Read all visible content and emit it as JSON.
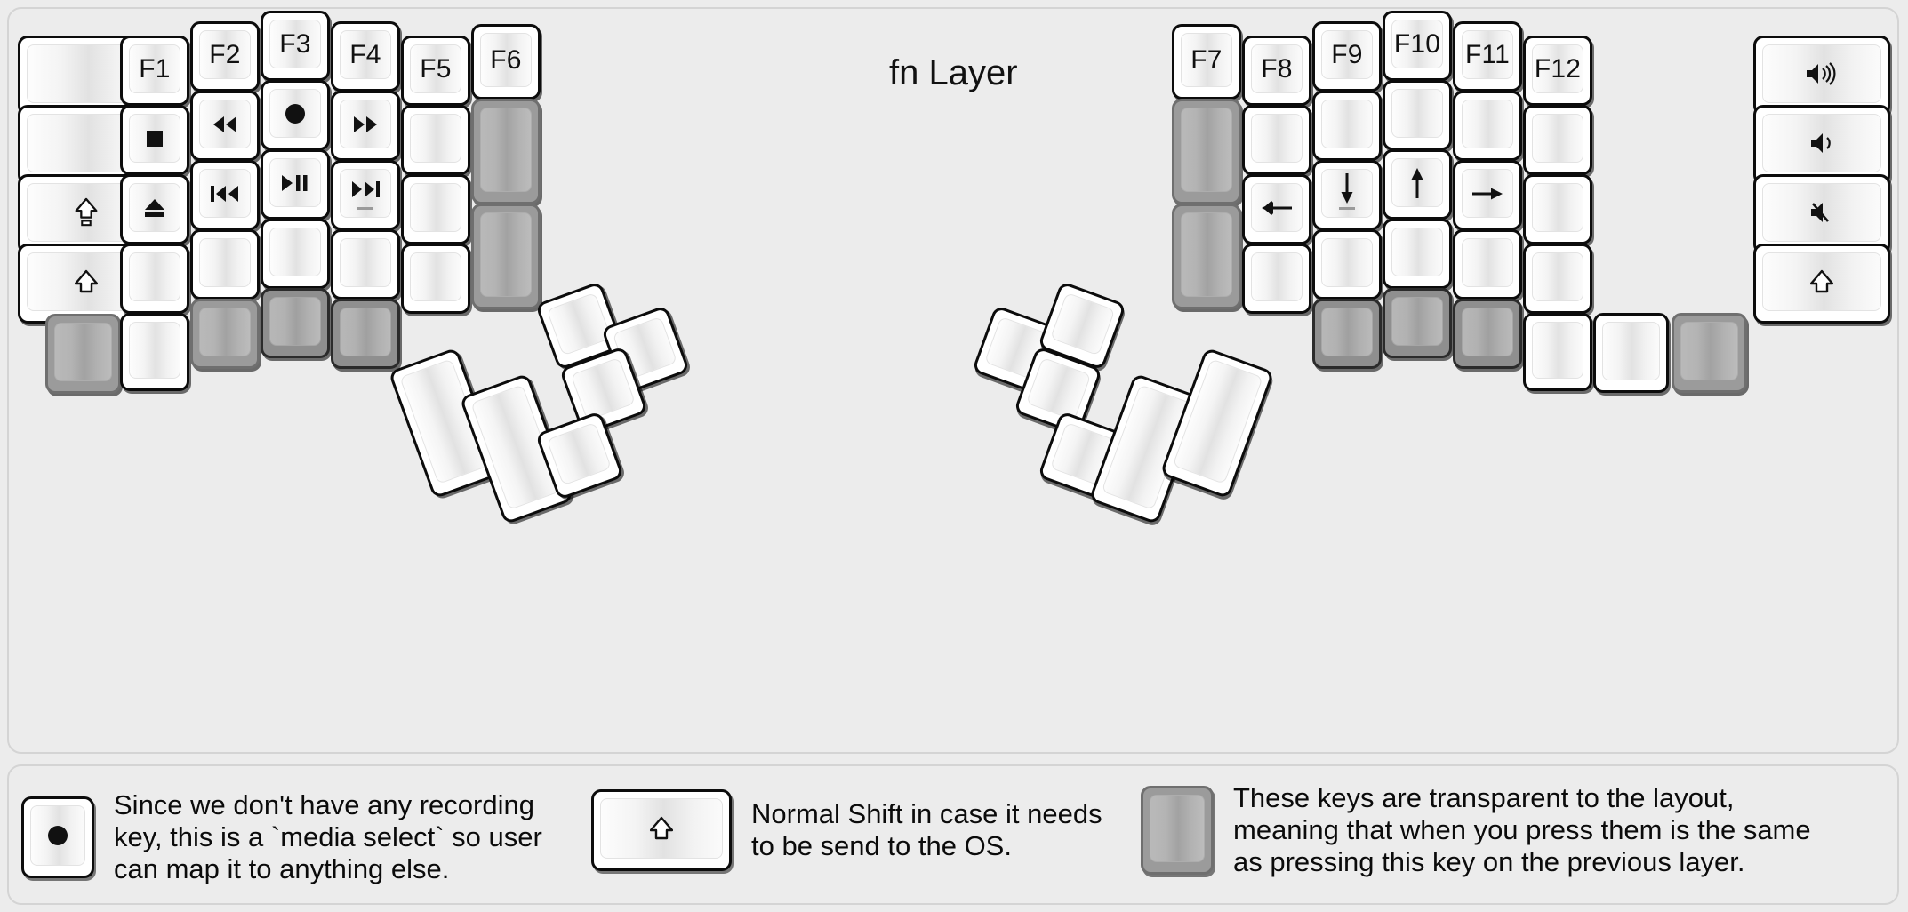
{
  "title": "fn Layer",
  "colors": {
    "background": "#ececec",
    "key_fill": "#ffffff",
    "key_border": "#0c0c0c",
    "transparent_key_fill": "#9b9b9b",
    "text": "#111111"
  },
  "keyboard": {
    "left_half": {
      "columns": [
        {
          "name": "pinky-outer",
          "keys": [
            {
              "label": "",
              "icon": "blank",
              "type": "normal"
            },
            {
              "label": "",
              "icon": "blank",
              "type": "normal"
            },
            {
              "label": "",
              "icon": "caps-shift-icon",
              "type": "normal"
            },
            {
              "label": "",
              "icon": "shift-icon",
              "type": "normal"
            },
            {
              "label": "",
              "icon": "blank",
              "type": "transparent"
            }
          ]
        },
        {
          "name": "pinky",
          "keys": [
            {
              "label": "F1",
              "icon": "",
              "type": "normal"
            },
            {
              "label": "",
              "icon": "media-stop-icon",
              "type": "normal"
            },
            {
              "label": "",
              "icon": "media-eject-icon",
              "type": "normal"
            },
            {
              "label": "",
              "icon": "blank",
              "type": "normal"
            },
            {
              "label": "",
              "icon": "blank",
              "type": "normal"
            }
          ]
        },
        {
          "name": "ring",
          "keys": [
            {
              "label": "F2",
              "icon": "",
              "type": "normal"
            },
            {
              "label": "",
              "icon": "media-rewind-icon",
              "type": "normal"
            },
            {
              "label": "",
              "icon": "media-previous-icon",
              "type": "normal"
            },
            {
              "label": "",
              "icon": "blank",
              "type": "normal"
            },
            {
              "label": "",
              "icon": "blank",
              "type": "transparent"
            }
          ]
        },
        {
          "name": "middle",
          "keys": [
            {
              "label": "F3",
              "icon": "",
              "type": "normal"
            },
            {
              "label": "",
              "icon": "media-record-icon",
              "type": "normal"
            },
            {
              "label": "",
              "icon": "media-play-pause-icon",
              "type": "normal"
            },
            {
              "label": "",
              "icon": "blank",
              "type": "normal"
            },
            {
              "label": "",
              "icon": "blank",
              "type": "transparent"
            }
          ]
        },
        {
          "name": "index",
          "keys": [
            {
              "label": "F4",
              "icon": "",
              "type": "normal"
            },
            {
              "label": "",
              "icon": "media-fast-forward-icon",
              "type": "normal"
            },
            {
              "label": "",
              "icon": "media-next-icon",
              "type": "normal",
              "homing_bar": true
            },
            {
              "label": "",
              "icon": "blank",
              "type": "normal"
            },
            {
              "label": "",
              "icon": "blank",
              "type": "transparent"
            }
          ]
        },
        {
          "name": "index-inner",
          "keys": [
            {
              "label": "F5",
              "icon": "",
              "type": "normal"
            },
            {
              "label": "",
              "icon": "blank",
              "type": "normal"
            },
            {
              "label": "",
              "icon": "blank",
              "type": "normal"
            },
            {
              "label": "",
              "icon": "blank",
              "type": "normal"
            }
          ]
        },
        {
          "name": "inner",
          "keys": [
            {
              "label": "F6",
              "icon": "",
              "type": "normal"
            },
            {
              "label": "",
              "icon": "blank",
              "type": "transparent"
            },
            {
              "label": "",
              "icon": "blank",
              "type": "transparent"
            }
          ]
        }
      ],
      "thumb_cluster": {
        "rotation_deg": -20,
        "keys": [
          {
            "label": "",
            "icon": "blank",
            "type": "normal",
            "size": "2u-vertical"
          },
          {
            "label": "",
            "icon": "blank",
            "type": "normal",
            "size": "2u-vertical"
          },
          {
            "label": "",
            "icon": "blank",
            "type": "normal",
            "size": "1u"
          },
          {
            "label": "",
            "icon": "blank",
            "type": "normal",
            "size": "1u"
          },
          {
            "label": "",
            "icon": "blank",
            "type": "normal",
            "size": "1u"
          },
          {
            "label": "",
            "icon": "blank",
            "type": "normal",
            "size": "1u"
          }
        ]
      }
    },
    "right_half": {
      "columns": [
        {
          "name": "inner",
          "keys": [
            {
              "label": "F7",
              "icon": "",
              "type": "normal"
            },
            {
              "label": "",
              "icon": "blank",
              "type": "transparent"
            },
            {
              "label": "",
              "icon": "blank",
              "type": "transparent"
            }
          ]
        },
        {
          "name": "index-inner",
          "keys": [
            {
              "label": "F8",
              "icon": "",
              "type": "normal"
            },
            {
              "label": "",
              "icon": "blank",
              "type": "normal"
            },
            {
              "label": "",
              "icon": "arrow-left-icon",
              "type": "normal"
            },
            {
              "label": "",
              "icon": "blank",
              "type": "normal"
            }
          ]
        },
        {
          "name": "index",
          "keys": [
            {
              "label": "F9",
              "icon": "",
              "type": "normal"
            },
            {
              "label": "",
              "icon": "blank",
              "type": "normal"
            },
            {
              "label": "",
              "icon": "arrow-down-icon",
              "type": "normal",
              "homing_bar": true
            },
            {
              "label": "",
              "icon": "blank",
              "type": "normal"
            },
            {
              "label": "",
              "icon": "blank",
              "type": "transparent"
            }
          ]
        },
        {
          "name": "middle",
          "keys": [
            {
              "label": "F10",
              "icon": "",
              "type": "normal"
            },
            {
              "label": "",
              "icon": "blank",
              "type": "normal"
            },
            {
              "label": "",
              "icon": "arrow-up-icon",
              "type": "normal"
            },
            {
              "label": "",
              "icon": "blank",
              "type": "normal"
            },
            {
              "label": "",
              "icon": "blank",
              "type": "transparent"
            }
          ]
        },
        {
          "name": "ring",
          "keys": [
            {
              "label": "F11",
              "icon": "",
              "type": "normal"
            },
            {
              "label": "",
              "icon": "blank",
              "type": "normal"
            },
            {
              "label": "",
              "icon": "arrow-right-icon",
              "type": "normal"
            },
            {
              "label": "",
              "icon": "blank",
              "type": "normal"
            },
            {
              "label": "",
              "icon": "blank",
              "type": "transparent"
            }
          ]
        },
        {
          "name": "pinky",
          "keys": [
            {
              "label": "F12",
              "icon": "",
              "type": "normal"
            },
            {
              "label": "",
              "icon": "blank",
              "type": "normal"
            },
            {
              "label": "",
              "icon": "blank",
              "type": "normal"
            },
            {
              "label": "",
              "icon": "blank",
              "type": "normal"
            },
            {
              "label": "",
              "icon": "blank",
              "type": "normal"
            }
          ]
        },
        {
          "name": "pinky-outer",
          "keys": [
            {
              "label": "",
              "icon": "volume-up-icon",
              "type": "normal"
            },
            {
              "label": "",
              "icon": "volume-down-icon",
              "type": "normal"
            },
            {
              "label": "",
              "icon": "volume-mute-icon",
              "type": "normal"
            },
            {
              "label": "",
              "icon": "shift-icon",
              "type": "normal"
            },
            {
              "label": "",
              "icon": "blank",
              "type": "normal"
            },
            {
              "label": "",
              "icon": "blank",
              "type": "transparent"
            }
          ]
        }
      ],
      "thumb_cluster": {
        "rotation_deg": 20,
        "keys": [
          {
            "label": "",
            "icon": "blank",
            "type": "normal",
            "size": "1u"
          },
          {
            "label": "",
            "icon": "blank",
            "type": "normal",
            "size": "1u"
          },
          {
            "label": "",
            "icon": "blank",
            "type": "normal",
            "size": "1u"
          },
          {
            "label": "",
            "icon": "blank",
            "type": "normal",
            "size": "1u"
          },
          {
            "label": "",
            "icon": "blank",
            "type": "normal",
            "size": "2u-vertical"
          },
          {
            "label": "",
            "icon": "blank",
            "type": "normal",
            "size": "2u-vertical"
          }
        ]
      }
    }
  },
  "legend": [
    {
      "icon": "media-record-icon",
      "key_type": "normal",
      "text": "Since we don't have any recording\nkey, this is a `media select` so user\ncan map it to anything else."
    },
    {
      "icon": "shift-icon",
      "key_type": "normal",
      "text": "Normal Shift in case it needs\nto be send to the OS."
    },
    {
      "icon": "blank",
      "key_type": "transparent",
      "text": "These keys are transparent to the layout,\nmeaning that when you press them is the same\nas pressing this key on the previous layer."
    }
  ]
}
